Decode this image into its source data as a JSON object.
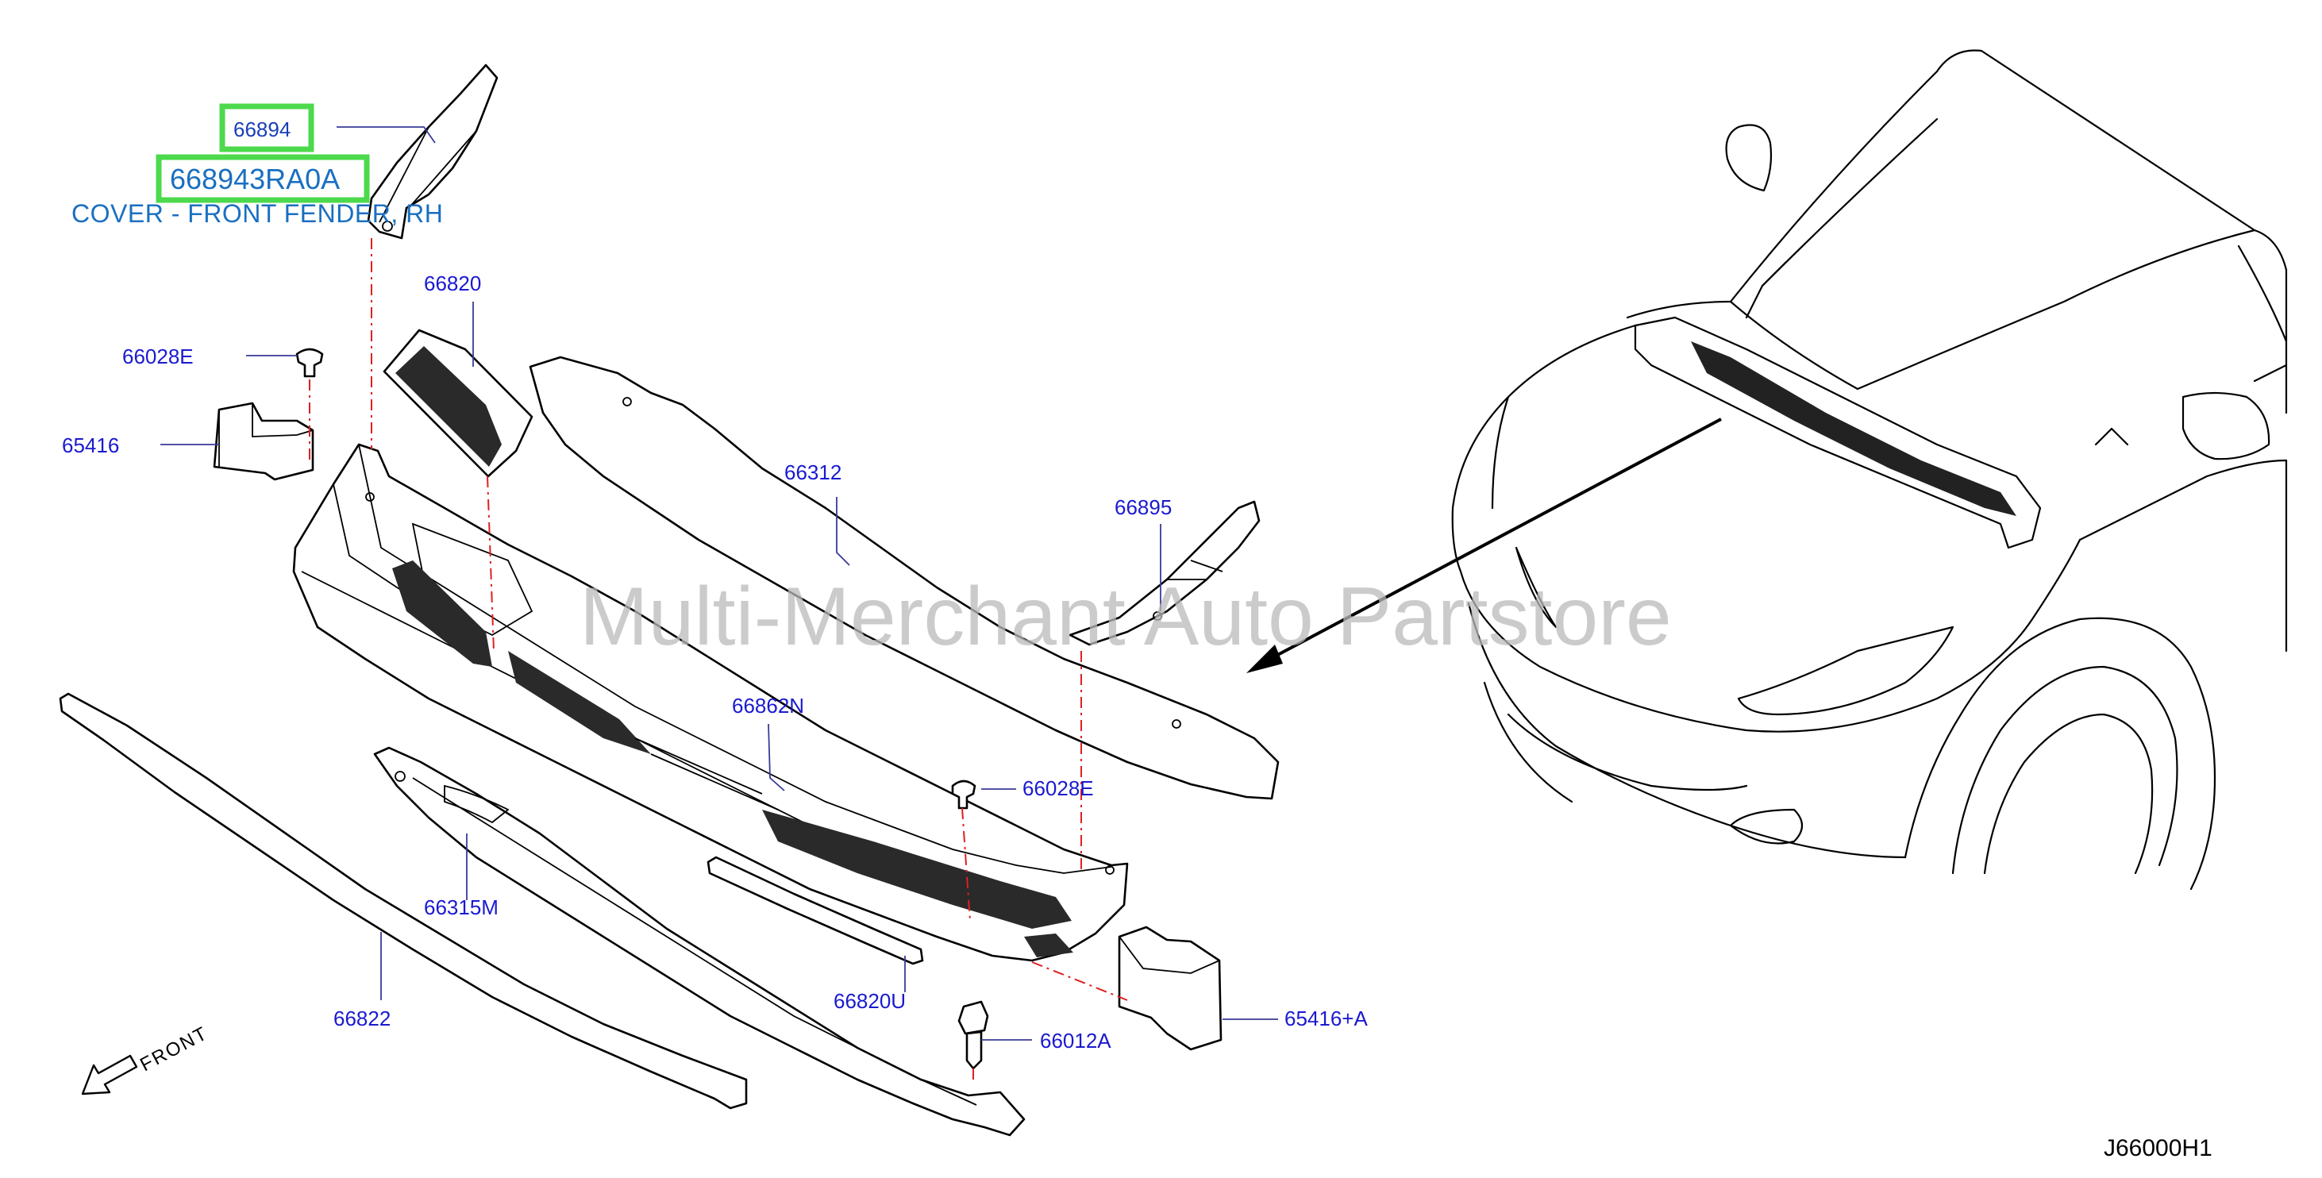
{
  "diagram": {
    "code": "J66000H1",
    "watermark": "Multi-Merchant Auto Partstore",
    "front_label": "FRONT",
    "highlight": {
      "callout": "66894",
      "part_number": "668943RA0A",
      "description": "COVER - FRONT FENDER, RH",
      "color": "#4cd94c"
    },
    "callouts": [
      "66820",
      "66028E",
      "65416",
      "66312",
      "66895",
      "66862N",
      "66028E",
      "66315M",
      "66820U",
      "66012A",
      "65416+A",
      "66822"
    ]
  }
}
